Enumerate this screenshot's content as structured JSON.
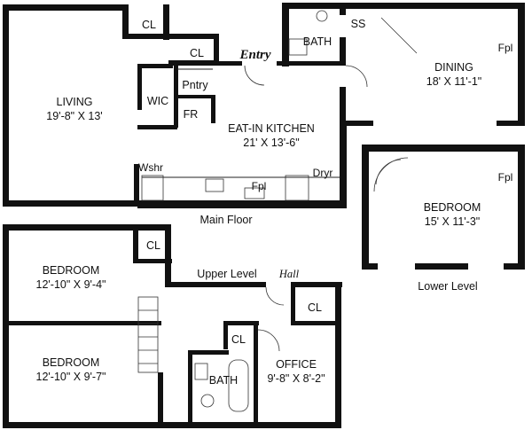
{
  "main_floor": {
    "caption": "Main Floor",
    "entry": "Entry",
    "rooms": {
      "living": {
        "name": "LIVING",
        "dims": "19'-8\" X 13'"
      },
      "kitchen": {
        "name": "EAT-IN KITCHEN",
        "dims": "21' X 13'-6\""
      },
      "dining": {
        "name": "DINING",
        "dims": "18' X 11'-1\""
      },
      "bath": {
        "name": "BATH"
      }
    },
    "labels": {
      "cl_top": "CL",
      "cl_mid": "CL",
      "ss": "SS",
      "wic": "WIC",
      "pntry": "Pntry",
      "fr": "FR",
      "wshr": "Wshr",
      "dryr": "Dryr",
      "fpl_kitchen": "Fpl",
      "fpl_dining": "Fpl"
    }
  },
  "lower_level": {
    "caption": "Lower Level",
    "bedroom": {
      "name": "BEDROOM",
      "dims": "15' X 11'-3\""
    },
    "fpl": "Fpl"
  },
  "upper_level": {
    "caption": "Upper Level",
    "hall": "Hall",
    "bedroom1": {
      "name": "BEDROOM",
      "dims": "12'-10\" X 9'-4\""
    },
    "bedroom2": {
      "name": "BEDROOM",
      "dims": "12'-10\" X 9'-7\""
    },
    "office": {
      "name": "OFFICE",
      "dims": "9'-8\" X 8'-2\""
    },
    "bath": {
      "name": "BATH"
    },
    "cl_bed": "CL",
    "cl_hall": "CL",
    "cl_bath": "CL"
  }
}
